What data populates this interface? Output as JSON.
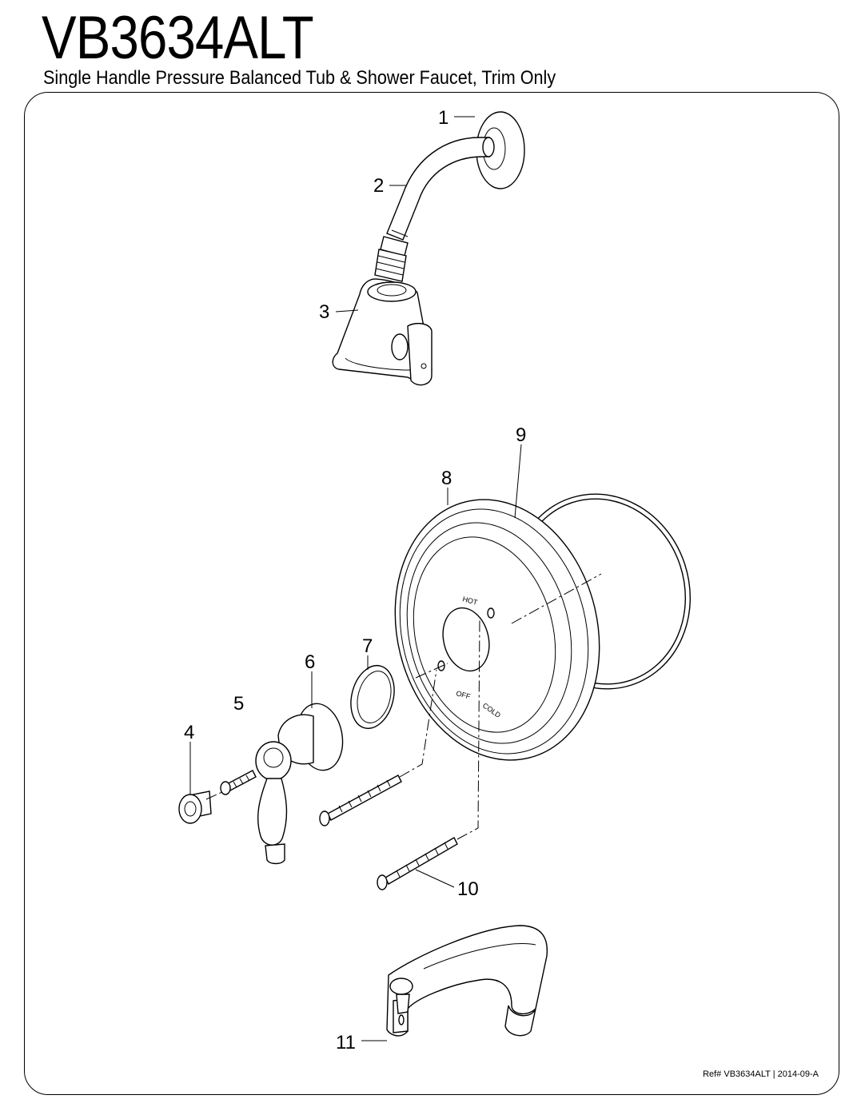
{
  "header": {
    "model": "VB3634ALT",
    "description": "Single Handle Pressure Balanced Tub & Shower Faucet, Trim Only"
  },
  "callouts": [
    "1",
    "2",
    "3",
    "4",
    "5",
    "6",
    "7",
    "8",
    "9",
    "10",
    "11"
  ],
  "faceplate_markings": {
    "hot": "HOT",
    "off": "OFF",
    "cold": "COLD"
  },
  "footer": {
    "reference": "Ref# VB3634ALT | 2014-09-A"
  }
}
